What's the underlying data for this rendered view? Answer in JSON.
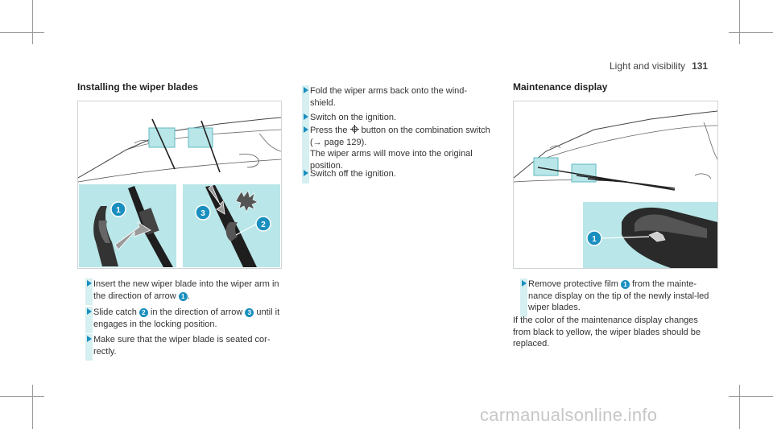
{
  "header": {
    "section": "Light and visibility",
    "page_number": "131"
  },
  "left_column": {
    "title": "Installing the wiper blades",
    "figure_callouts": [
      "1",
      "2",
      "3"
    ],
    "steps": [
      {
        "pre": "Insert the new wiper blade into the wiper arm in the direction of arrow ",
        "badge": "1",
        "post": "."
      },
      {
        "pre": "Slide catch ",
        "badge": "2",
        "mid": " in the direction of arrow ",
        "badge2": "3",
        "post": " until it engages in the locking position."
      },
      {
        "text": "Make sure that the wiper blade is seated cor-rectly."
      }
    ]
  },
  "middle_column": {
    "steps": [
      {
        "text": "Fold the wiper arms back onto the wind-shield."
      },
      {
        "text": "Switch on the ignition."
      },
      {
        "pre": "Press the ",
        "icon": "wiper-switch-icon",
        "post": " button on the combination switch (→ page 129).",
        "extra": "The wiper arms will move into the original position."
      },
      {
        "text": "Switch off the ignition."
      }
    ]
  },
  "right_column": {
    "title": "Maintenance display",
    "figure_callouts": [
      "1"
    ],
    "steps": [
      {
        "pre": "Remove protective film ",
        "badge": "1",
        "post": " from the mainte-nance display on the tip of the newly instal-led wiper blades."
      }
    ],
    "note": "If the color of the maintenance display changes from black to yellow, the wiper blades should be replaced."
  },
  "watermark": "carmanualsonline.info",
  "colors": {
    "accent": "#1a8fbf",
    "highlight": "#b9e6e8",
    "bar": "#d6eff0"
  }
}
